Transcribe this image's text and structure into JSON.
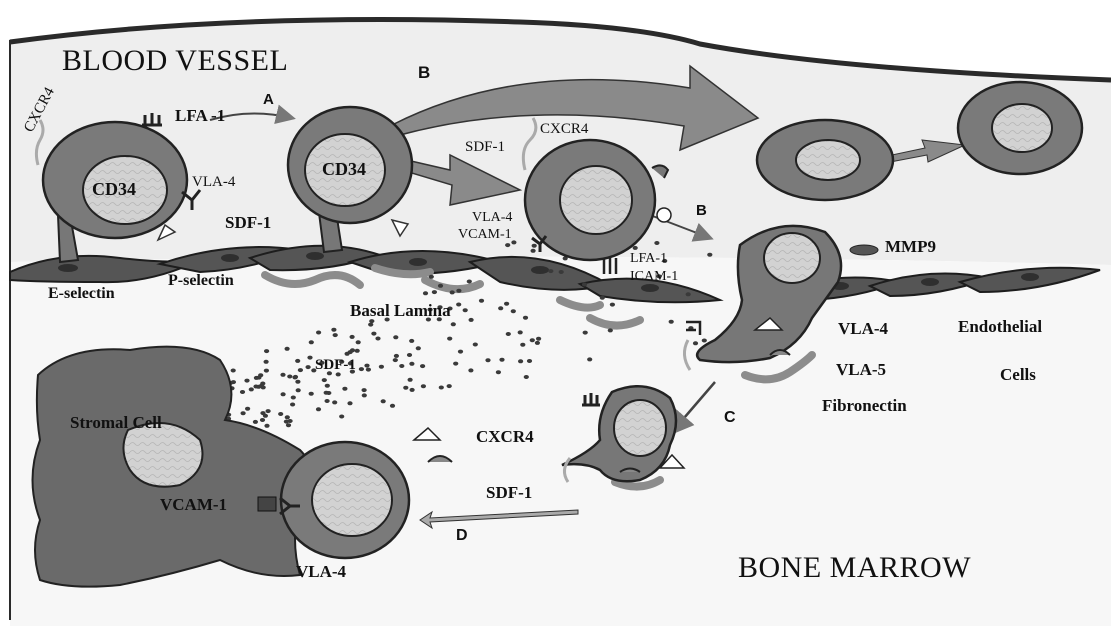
{
  "regions": {
    "blood_vessel": "BLOOD VESSEL",
    "bone_marrow": "BONE MARROW"
  },
  "steps": {
    "a": "A",
    "b1": "B",
    "b2": "B",
    "c": "C",
    "d": "D"
  },
  "labels": {
    "cxcr4_left": "CXCR4",
    "lfa1_top": "LFA -1",
    "cd34_1": "CD34",
    "cd34_2": "CD34",
    "vla4_top": "VLA-4",
    "sdf1_vessel": "SDF-1",
    "sdf1_mid": "SDF-1",
    "cxcr4_mid": "CXCR4",
    "vla4_mid": "VLA-4",
    "vcam1_mid": "VCAM-1",
    "lfa1_mid": "LFA-1",
    "icam1": "ICAM-1",
    "mmp9": "MMP9",
    "e_selectin": "E-selectin",
    "p_selectin": "P-selectin",
    "basal_lamina": "Basal Lamina",
    "sdf1_marrow": "SDF-1",
    "vla4_right": "VLA-4",
    "vla5": "VLA-5",
    "fibronectin": "Fibronectin",
    "endothelial_1": "Endothelial",
    "endothelial_2": "Cells",
    "stromal_cell": "Stromal Cell",
    "vcam1_stromal": "VCAM-1",
    "vla4_bottom": "VLA-4",
    "cxcr4_bottom": "CXCR4",
    "sdf1_bottom": "SDF-1"
  },
  "colors": {
    "cell_fill": "#7a7a7a",
    "nucleus_fill": "#cfcfcf",
    "vessel_fill": "#eeeeee",
    "marrow_fill": "#f6f6f6",
    "membrane": "#2e2e2e",
    "lamina": "#8c8c8c",
    "dots": "#3a3a3a"
  }
}
